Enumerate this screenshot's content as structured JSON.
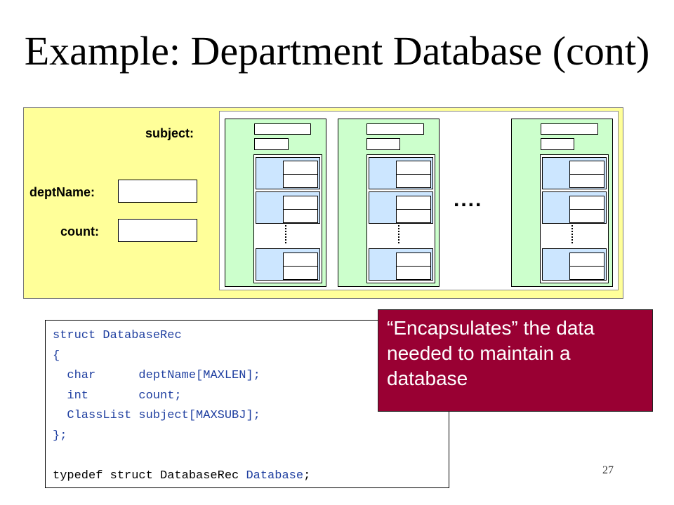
{
  "title": "Example: Department Database (cont)",
  "labels": {
    "subject": "subject:",
    "deptName": "deptName:",
    "count": "count:"
  },
  "ellipsis": "....",
  "code": {
    "lines": [
      [
        {
          "t": "struct ",
          "c": "blue"
        },
        {
          "t": "DatabaseRec",
          "c": "blue"
        }
      ],
      [
        {
          "t": "{",
          "c": "blue"
        }
      ],
      [
        {
          "t": "  char      ",
          "c": "blue"
        },
        {
          "t": "deptName[MAXLEN];",
          "c": "blue"
        }
      ],
      [
        {
          "t": "  int       ",
          "c": "blue"
        },
        {
          "t": "count;",
          "c": "blue"
        }
      ],
      [
        {
          "t": "  ClassList ",
          "c": "blue"
        },
        {
          "t": "subject[MAXSUBJ];",
          "c": "blue"
        }
      ],
      [
        {
          "t": "};",
          "c": "blue"
        }
      ],
      [
        {
          "t": "",
          "c": "black"
        }
      ],
      [
        {
          "t": "typedef struct DatabaseRec ",
          "c": "black"
        },
        {
          "t": "Database",
          "c": "blue"
        },
        {
          "t": ";",
          "c": "black"
        }
      ]
    ]
  },
  "callout": "“Encapsulates” the data needed to maintain a database",
  "page_number": "27",
  "colors": {
    "panel": "#ffff99",
    "subject_record": "#ccffcc",
    "class_cell": "#cce6ff",
    "callout": "#990033",
    "code_keyword": "#1f3fa0"
  }
}
